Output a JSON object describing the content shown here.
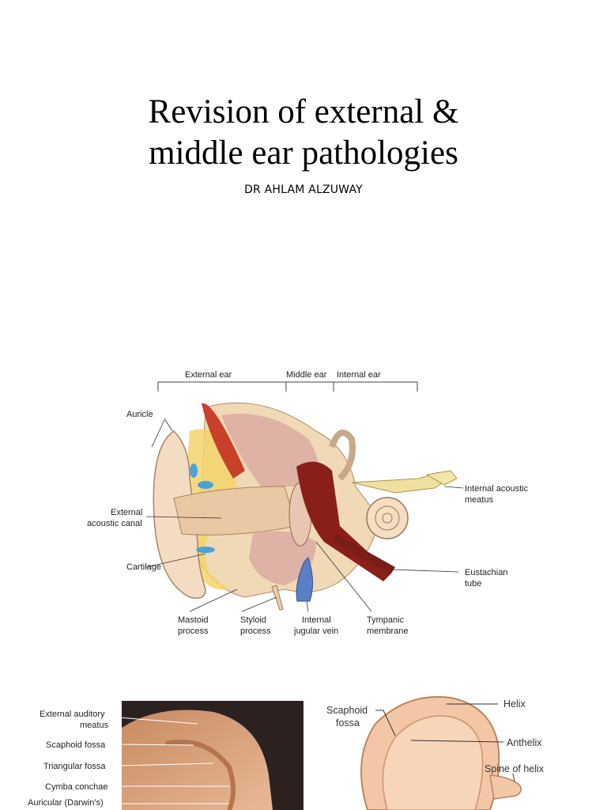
{
  "slide": {
    "title_line1": "Revision of external &",
    "title_line2": "middle ear pathologies",
    "author": "DR AHLAM ALZUWAY"
  },
  "ear_diagram": {
    "sections": {
      "external": "External ear",
      "middle": "Middle ear",
      "internal": "Internal ear"
    },
    "labels": {
      "auricle": "Auricle",
      "external_canal_1": "External",
      "external_canal_2": "acoustic canal",
      "cartilage": "Cartilage",
      "mastoid_1": "Mastoid",
      "mastoid_2": "process",
      "styloid_1": "Styloid",
      "styloid_2": "process",
      "jugular_1": "Internal",
      "jugular_2": "jugular vein",
      "tympanic_1": "Tympanic",
      "tympanic_2": "membrane",
      "int_acoustic_1": "Internal acoustic",
      "int_acoustic_2": "meatus",
      "eustachian_1": "Eustachian",
      "eustachian_2": "tube"
    }
  },
  "photo_labels": {
    "ext_aud_1": "External auditory",
    "ext_aud_2": "meatus",
    "scaphoid": "Scaphoid fossa",
    "triangular": "Triangular fossa",
    "cymba": "Cymba conchae",
    "darwin": "Auricular (Darwin's)"
  },
  "auricle_labels": {
    "scaphoid_1": "Scaphoid",
    "scaphoid_2": "fossa",
    "helix": "Helix",
    "anthelix": "Anthelix",
    "spine": "Spine of helix"
  }
}
